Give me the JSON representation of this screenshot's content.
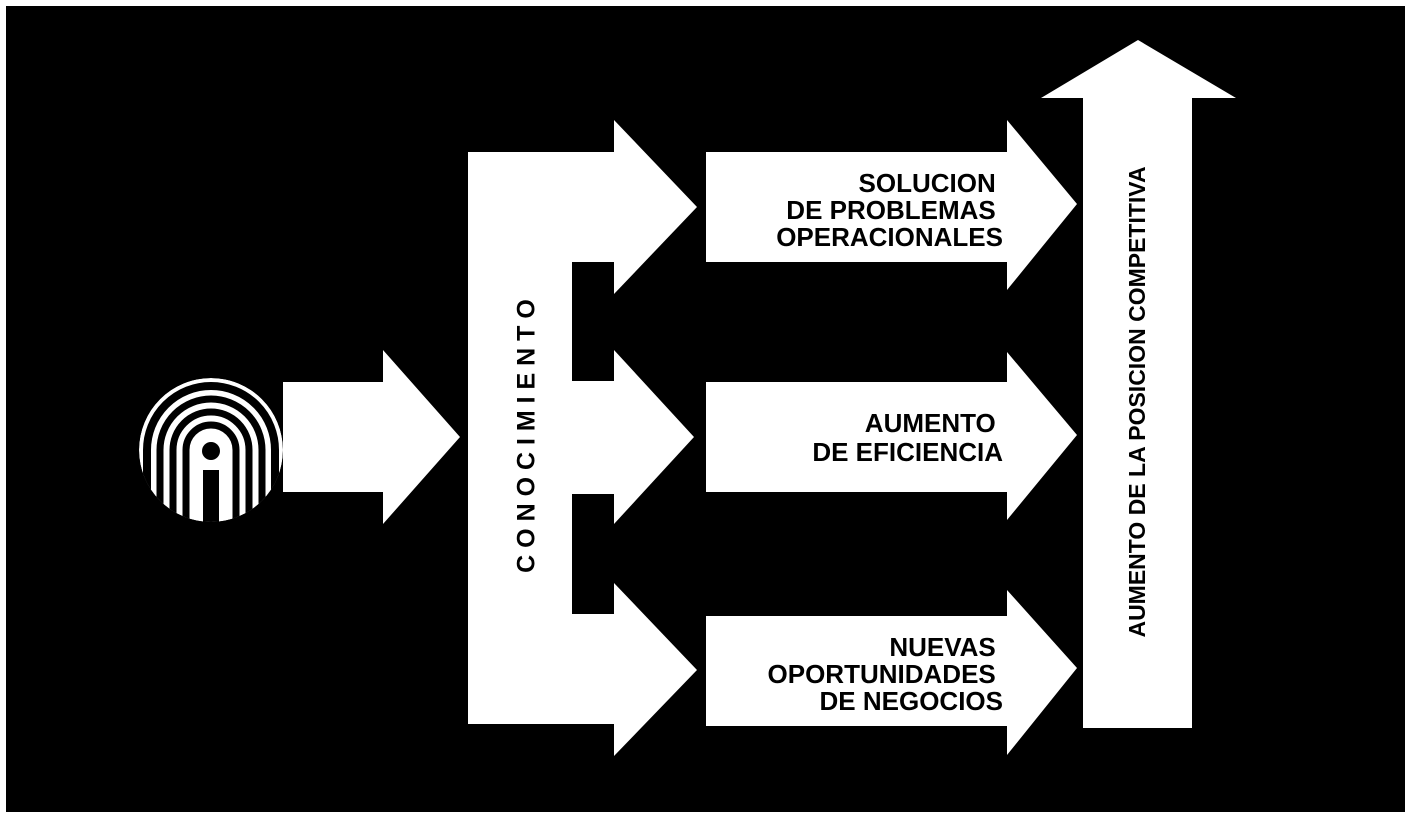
{
  "diagram": {
    "knowledge_label": "C O N O C I M I E N T O",
    "outcomes": [
      {
        "lines": [
          "SOLUCION",
          "DE PROBLEMAS",
          "OPERACIONALES"
        ]
      },
      {
        "lines": [
          "AUMENTO",
          "DE EFICIENCIA"
        ]
      },
      {
        "lines": [
          "NUEVAS",
          "OPORTUNIDADES",
          "DE NEGOCIOS"
        ]
      }
    ],
    "result_label": "AUMENTO DE LA POSICION COMPETITIVA",
    "logo_icon": "fingerprint-logo-icon"
  },
  "colors": {
    "background": "#000000",
    "shapes": "#ffffff",
    "text": "#000000"
  }
}
